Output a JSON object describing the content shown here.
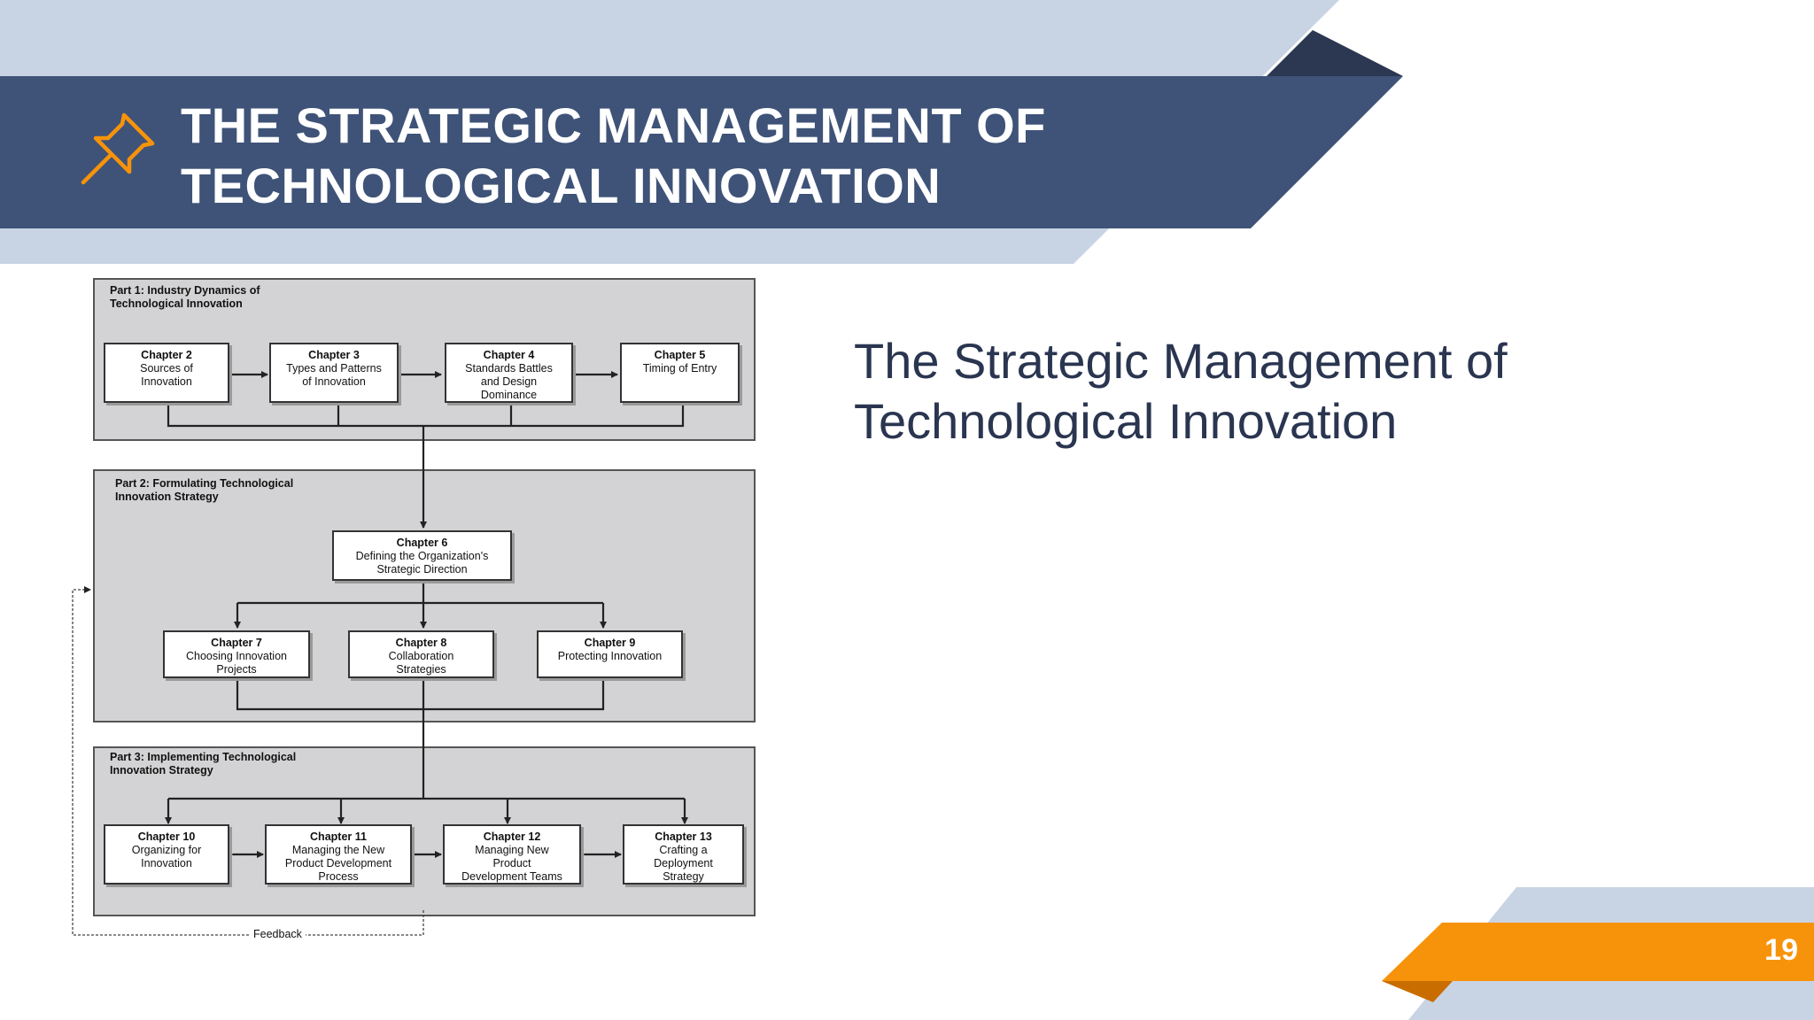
{
  "slide": {
    "title_line1": "THE STRATEGIC MANAGEMENT OF",
    "title_line2": "TECHNOLOGICAL INNOVATION",
    "heading_line1": "The Strategic Management of",
    "heading_line2": "Technological Innovation",
    "page_number": "19",
    "title_icon": "pushpin-icon"
  },
  "colors": {
    "header_band": "#3f5378",
    "light_band": "#c8d4e4",
    "dark_triangle": "#2c3852",
    "accent_orange": "#f7930a",
    "heading_text": "#2a3550"
  },
  "diagram": {
    "part1": {
      "line1": "Part 1: Industry Dynamics of",
      "line2": "Technological Innovation"
    },
    "part2": {
      "line1": "Part 2: Formulating Technological",
      "line2": "Innovation Strategy"
    },
    "part3": {
      "line1": "Part 3: Implementing Technological",
      "line2": "Innovation Strategy"
    },
    "feedback": "Feedback",
    "chapters": {
      "c2": {
        "title": "Chapter 2",
        "l1": "Sources of",
        "l2": "Innovation"
      },
      "c3": {
        "title": "Chapter 3",
        "l1": "Types and Patterns",
        "l2": "of Innovation"
      },
      "c4": {
        "title": "Chapter 4",
        "l1": "Standards Battles",
        "l2": "and Design",
        "l3": "Dominance"
      },
      "c5": {
        "title": "Chapter 5",
        "l1": "Timing of Entry"
      },
      "c6": {
        "title": "Chapter 6",
        "l1": "Defining the Organization's",
        "l2": "Strategic Direction"
      },
      "c7": {
        "title": "Chapter 7",
        "l1": "Choosing Innovation",
        "l2": "Projects"
      },
      "c8": {
        "title": "Chapter 8",
        "l1": "Collaboration",
        "l2": "Strategies"
      },
      "c9": {
        "title": "Chapter 9",
        "l1": "Protecting Innovation"
      },
      "c10": {
        "title": "Chapter 10",
        "l1": "Organizing for",
        "l2": "Innovation"
      },
      "c11": {
        "title": "Chapter 11",
        "l1": "Managing the New",
        "l2": "Product Development",
        "l3": "Process"
      },
      "c12": {
        "title": "Chapter 12",
        "l1": "Managing New",
        "l2": "Product",
        "l3": "Development Teams"
      },
      "c13": {
        "title": "Chapter 13",
        "l1": "Crafting a",
        "l2": "Deployment",
        "l3": "Strategy"
      }
    }
  }
}
